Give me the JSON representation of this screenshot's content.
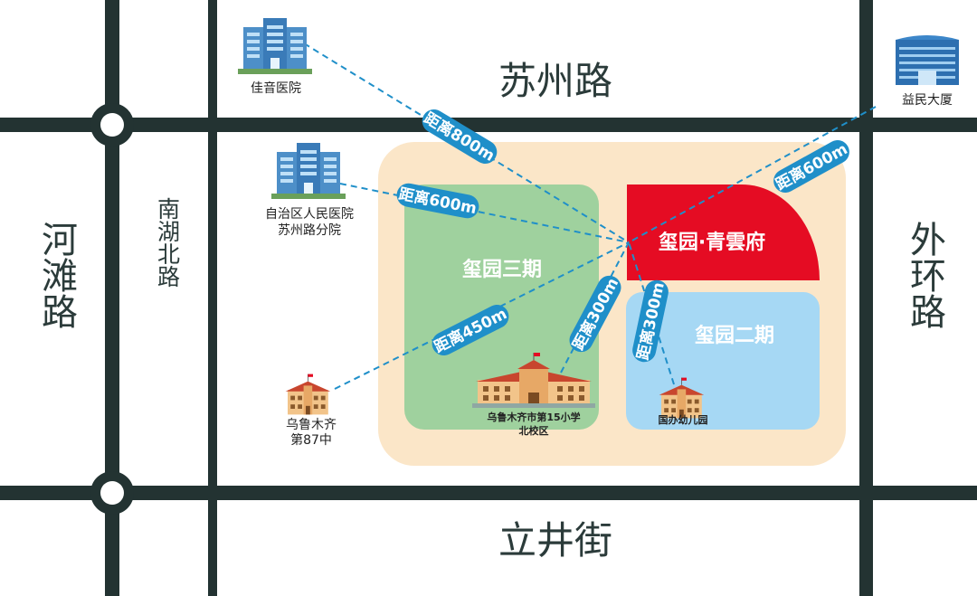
{
  "roads": {
    "north": "苏州路",
    "south": "立井街",
    "west_outer": "河滩路",
    "west_inner": "南湖北路",
    "east": "外环路"
  },
  "zones": {
    "qingyunfu": "玺园·青雲府",
    "phase3": "玺园三期",
    "phase2": "玺园二期"
  },
  "pois": {
    "jiayin_hospital": "佳音医院",
    "autonomous_hospital_line1": "自治区人民医院",
    "autonomous_hospital_line2": "苏州路分院",
    "yimin_building": "益民大厦",
    "school87_line1": "乌鲁木齐",
    "school87_line2": "第87中",
    "primary15_line1": "乌鲁木齐市第15小学",
    "primary15_line2": "北校区",
    "kindergarten": "国办幼儿园"
  },
  "distances": {
    "jiayin": "距离800m",
    "hospital": "距离600m",
    "yimin": "距离600m",
    "school87": "距离450m",
    "primary15": "距离300m",
    "kindergarten": "距离300m"
  },
  "colors": {
    "road": "#233332",
    "site_bg": "#fbe6c8",
    "phase3": "#9fd19e",
    "phase2": "#a6d8f4",
    "qingyunfu": "#e50c23",
    "distance_badge": "#1f8fc9"
  },
  "icons": {
    "hospital": "hospital-building-icon",
    "office": "office-building-icon",
    "school": "school-building-icon"
  }
}
